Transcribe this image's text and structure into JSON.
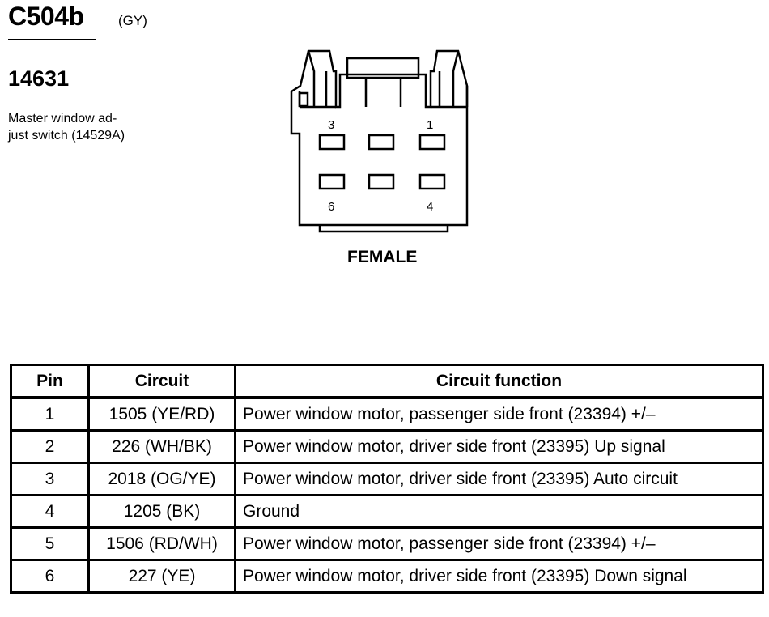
{
  "connector": {
    "id": "C504b",
    "color_code": "(GY)",
    "part_number": "14631",
    "description_lines": [
      "Master window ad-",
      "just switch (14529A)"
    ],
    "gender": "FEMALE",
    "cavity_labels": {
      "top_left": "3",
      "top_right": "1",
      "bottom_left": "6",
      "bottom_right": "4"
    }
  },
  "table": {
    "headers": [
      "Pin",
      "Circuit",
      "Circuit function"
    ],
    "rows": [
      {
        "pin": "1",
        "circuit": "1505 (YE/RD)",
        "function": "Power window motor, passenger side front (23394) +/–"
      },
      {
        "pin": "2",
        "circuit": "226 (WH/BK)",
        "function": "Power window motor, driver side front (23395) Up signal"
      },
      {
        "pin": "3",
        "circuit": "2018 (OG/YE)",
        "function": "Power window motor, driver side front (23395) Auto circuit"
      },
      {
        "pin": "4",
        "circuit": "1205 (BK)",
        "function": "Ground"
      },
      {
        "pin": "5",
        "circuit": "1506 (RD/WH)",
        "function": "Power window motor, passenger side front (23394) +/–"
      },
      {
        "pin": "6",
        "circuit": "227 (YE)",
        "function": "Power window motor, driver side front (23395) Down signal"
      }
    ]
  }
}
